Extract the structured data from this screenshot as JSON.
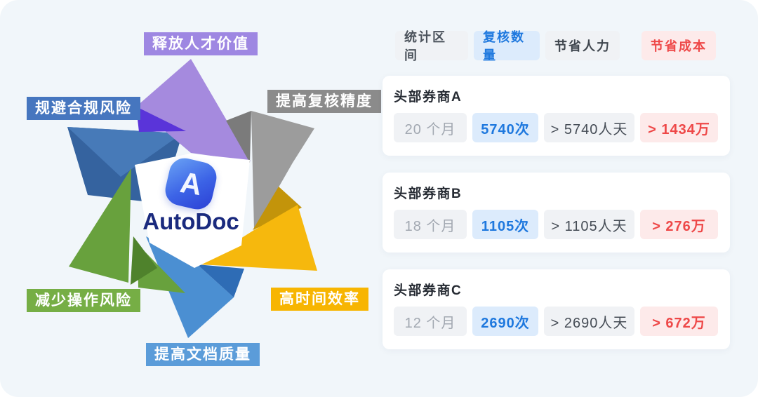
{
  "diagram": {
    "logo": {
      "letter": "A",
      "name": "AutoDoc"
    },
    "labels": [
      {
        "text": "释放人才价值",
        "color": "#9e87e2"
      },
      {
        "text": "规避合规风险",
        "color": "#4676bf"
      },
      {
        "text": "提高复核精度",
        "color": "#8b8b8b"
      },
      {
        "text": "减少操作风险",
        "color": "#76ae45"
      },
      {
        "text": "高时间效率",
        "color": "#f7b501"
      },
      {
        "text": "提高文档质量",
        "color": "#5b9cd9"
      }
    ],
    "petal_colors": {
      "purple": "#a58ade",
      "violet": "#5a34d9",
      "steel_blue": "#477ab8",
      "steel_blue_dark": "#35639f",
      "green": "#68a13d",
      "green_dark": "#4f822c",
      "blue": "#4b8fd2",
      "blue_dark": "#2e6cb5",
      "gray": "#9c9c9c",
      "gray_dark": "#7b7b7b",
      "yellow": "#f6b80d",
      "gold": "#c3940a"
    }
  },
  "stats_panel": {
    "headers": [
      {
        "label": "统计区间",
        "variant": "gray"
      },
      {
        "label": "复核数量",
        "variant": "blue"
      },
      {
        "label": "节省人力",
        "variant": "gray-dark"
      },
      {
        "label": "节省成本",
        "variant": "red"
      }
    ],
    "rows": [
      {
        "name": "头部券商A",
        "period": "20 个月",
        "reviews": "5740次",
        "manpower": "> 5740人天",
        "cost": "> 1434万"
      },
      {
        "name": "头部券商B",
        "period": "18 个月",
        "reviews": "1105次",
        "manpower": "> 1105人天",
        "cost": "> 276万"
      },
      {
        "name": "头部券商C",
        "period": "12 个月",
        "reviews": "2690次",
        "manpower": "> 2690人天",
        "cost": "> 672万"
      }
    ]
  },
  "colors": {
    "canvas_bg": "#f1f6fa",
    "card_bg": "#ffffff",
    "chip_gray_bg": "#f0f2f5",
    "chip_blue_bg": "#dcebfc",
    "chip_red_bg": "#fdeaea",
    "blue_text": "#1e78de",
    "red_text": "#ee4848",
    "logo_text_color": "#1a2a7e"
  }
}
